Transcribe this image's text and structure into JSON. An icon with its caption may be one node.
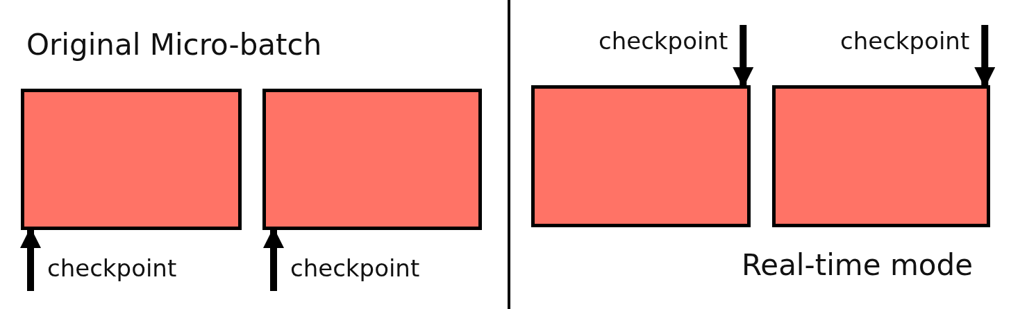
{
  "diagram": {
    "nodes": [
      {
        "text": [],
        "shape": "box"
      },
      {
        "text": [],
        "shape": "box"
      },
      {
        "text": [],
        "shape": "box"
      },
      {
        "text": [],
        "shape": "box"
      },
      {
        "text": [
          "checkpoint"
        ]
      },
      {
        "text": [
          "checkpoint"
        ]
      },
      {
        "text": [
          "checkpoint"
        ]
      },
      {
        "text": [
          "checkpoint"
        ]
      }
    ],
    "edges": [
      {
        "from": 4,
        "to": 0,
        "arrow": "to"
      },
      {
        "from": 5,
        "to": 1,
        "arrow": "to"
      },
      {
        "from": 6,
        "to": 2,
        "arrow": "to"
      },
      {
        "from": 7,
        "to": 3,
        "arrow": "to"
      }
    ],
    "labels": [
      "Original Micro-batch",
      "Real-time mode"
    ]
  }
}
